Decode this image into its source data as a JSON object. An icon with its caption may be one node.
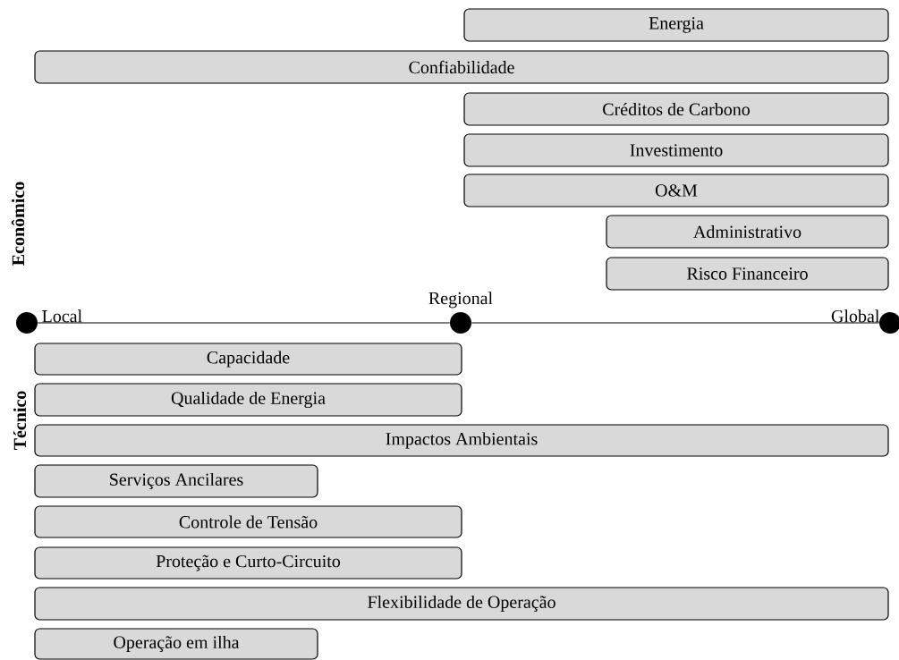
{
  "diagram": {
    "nodes": [
      {
        "text": [
          "Energia"
        ]
      },
      {
        "text": [
          "Confiabilidade"
        ]
      },
      {
        "text": [
          "Créditos de Carbono"
        ]
      },
      {
        "text": [
          "Investimento"
        ]
      },
      {
        "text": [
          "O&M"
        ]
      },
      {
        "text": [
          "Administrativo"
        ]
      },
      {
        "text": [
          "Risco Financeiro"
        ]
      },
      {
        "text": [],
        "shape": "circle",
        "beside": [
          "Local"
        ]
      },
      {
        "text": [],
        "shape": "circle",
        "beside": [
          "Regional"
        ]
      },
      {
        "text": [],
        "shape": "circle",
        "beside": [
          "Global"
        ]
      },
      {
        "text": [
          "Capacidade"
        ]
      },
      {
        "text": [
          "Qualidade de Energia"
        ]
      },
      {
        "text": [
          "Impactos Ambientais"
        ]
      },
      {
        "text": [
          "Serviços Ancilares"
        ]
      },
      {
        "text": [
          "Controle de Tensão"
        ]
      },
      {
        "text": [
          "Proteção e Curto-Circuito"
        ]
      },
      {
        "text": [
          "Flexibilidade de Operação"
        ]
      },
      {
        "text": [
          "Operação em ilha"
        ]
      }
    ],
    "edges": [
      {
        "from": 7,
        "to": 8,
        "arrow": "none"
      },
      {
        "from": 8,
        "to": 9,
        "arrow": "none"
      }
    ],
    "labels": [
      "Econômico",
      "Técnico"
    ]
  }
}
